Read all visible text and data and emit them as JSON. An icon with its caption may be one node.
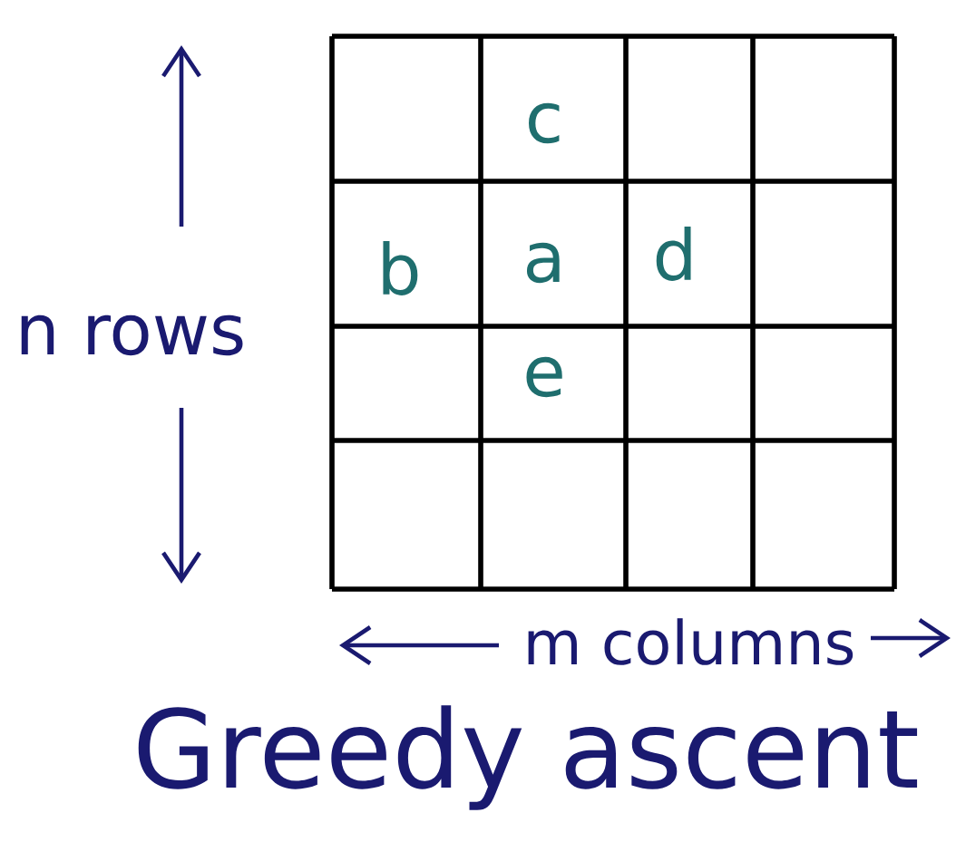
{
  "diagram": {
    "title": "Greedy ascent",
    "labels": [
      "c",
      "b",
      "a",
      "d",
      "e",
      "n rows",
      "m columns"
    ]
  }
}
